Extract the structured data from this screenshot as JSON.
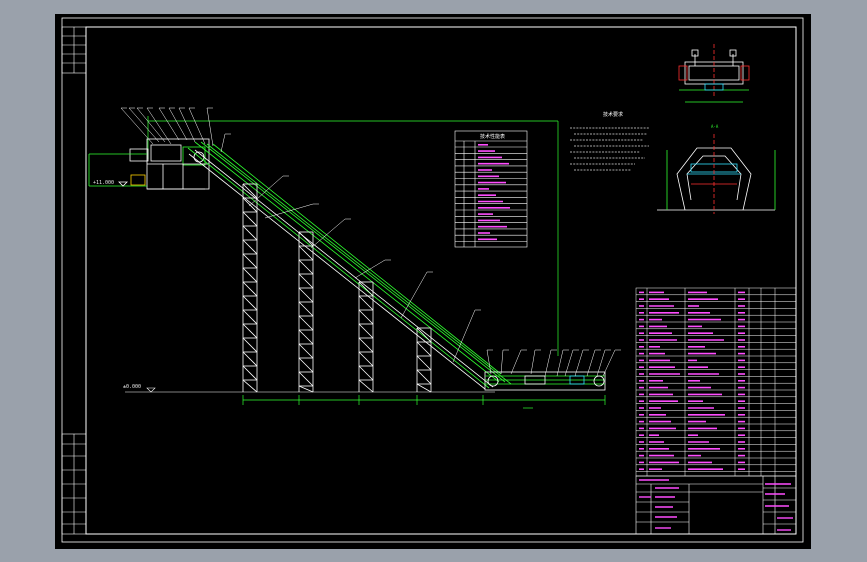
{
  "viewport": {
    "background": "#000000",
    "outer_background": "#9aa1ab"
  },
  "colors": {
    "frame": "#ffffff",
    "structure": "#ffffff",
    "belt": "#30ff30",
    "dimension": "#30ff30",
    "leader": "#ffffff",
    "table_text": "#ff4dff",
    "table_lines": "#ffffff",
    "accent_red": "#ff3030",
    "cyan": "#30e0ff",
    "yellow": "#ffd000"
  },
  "elevations": {
    "top": "+11.000",
    "bottom": "±0.000"
  },
  "notes": {
    "title": "技术要求"
  },
  "spec_table": {
    "title": "技术性能表"
  },
  "callouts": {
    "section": "A-A"
  },
  "icons": [
    "elevation-marker-icon"
  ]
}
